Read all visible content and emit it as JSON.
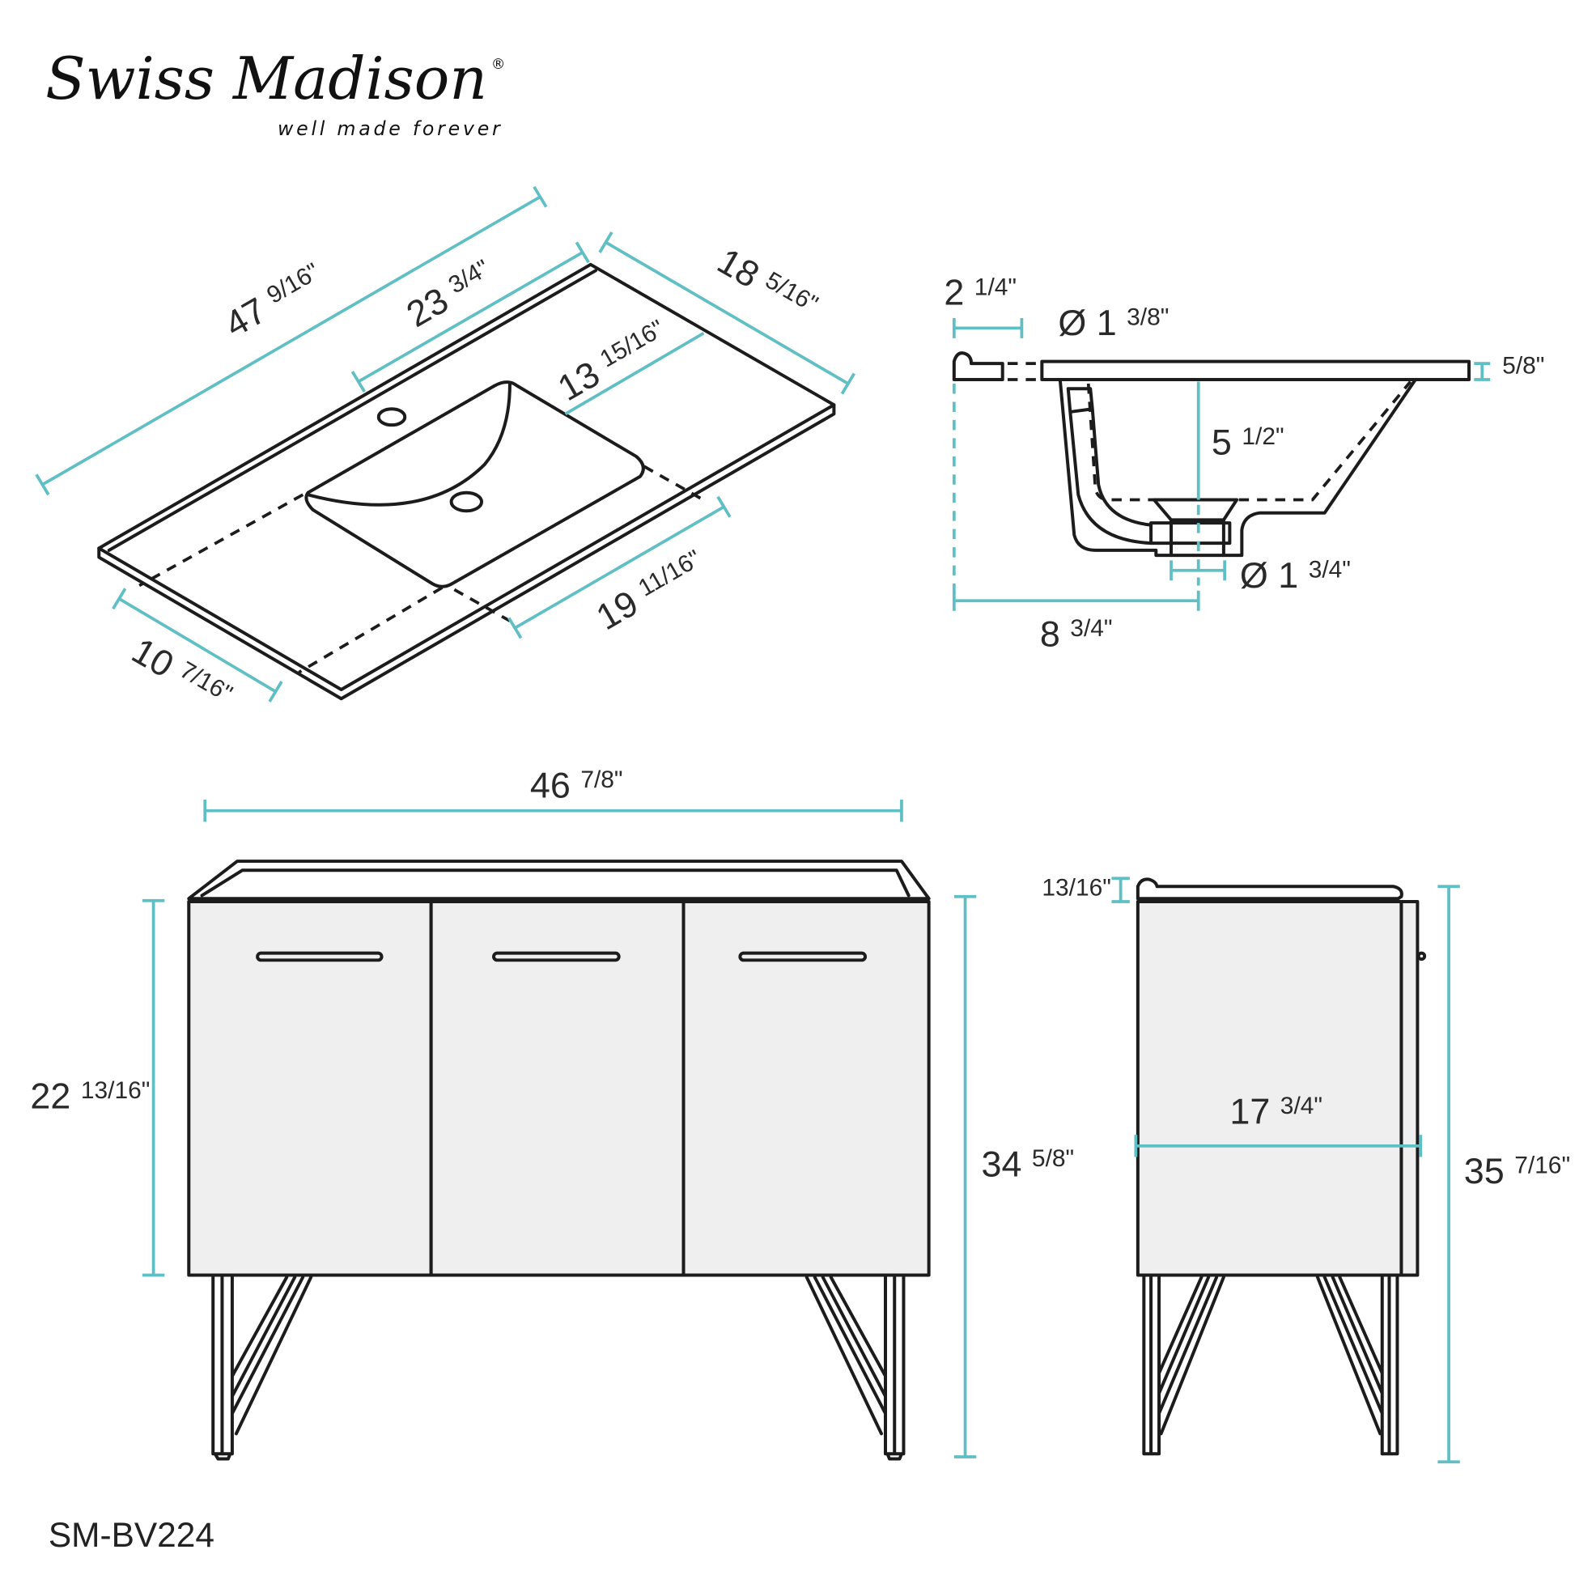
{
  "brand": {
    "name": "Swiss Madison",
    "tagline": "well made forever",
    "registered": "®"
  },
  "model": "SM-BV224",
  "colors": {
    "dimension": "#5fbfc4",
    "line": "#1c1c1c",
    "panel": "#efefef"
  },
  "countertop_dims": {
    "length": {
      "whole": "47",
      "frac": "9/16\""
    },
    "to_faucet": {
      "whole": "23",
      "frac": "3/4\""
    },
    "depth": {
      "whole": "18",
      "frac": "5/16\""
    },
    "bowl_back": {
      "whole": "13",
      "frac": "15/16\""
    },
    "bowl_right": {
      "whole": "19",
      "frac": "11/16\""
    },
    "bowl_left": {
      "whole": "10",
      "frac": "7/16\""
    }
  },
  "sink_section_dims": {
    "faucet_offset": {
      "whole": "2",
      "frac": "1/4\""
    },
    "faucet_hole": {
      "whole": "Ø 1",
      "frac": "3/8\""
    },
    "top_thickness": {
      "whole": "",
      "frac": "5/8\""
    },
    "bowl_depth": {
      "whole": "5",
      "frac": "1/2\""
    },
    "drain": {
      "whole": "Ø 1",
      "frac": "3/4\""
    },
    "drain_offset": {
      "whole": "8",
      "frac": "3/4\""
    }
  },
  "cabinet_front_dims": {
    "width": {
      "whole": "46",
      "frac": "7/8\""
    },
    "door_height": {
      "whole": "22",
      "frac": "13/16\""
    },
    "height": {
      "whole": "34",
      "frac": "5/8\""
    }
  },
  "cabinet_side_dims": {
    "top_thickness": {
      "whole": "",
      "frac": "13/16\""
    },
    "depth": {
      "whole": "17",
      "frac": "3/4\""
    },
    "total_height": {
      "whole": "35",
      "frac": "7/16\""
    }
  }
}
